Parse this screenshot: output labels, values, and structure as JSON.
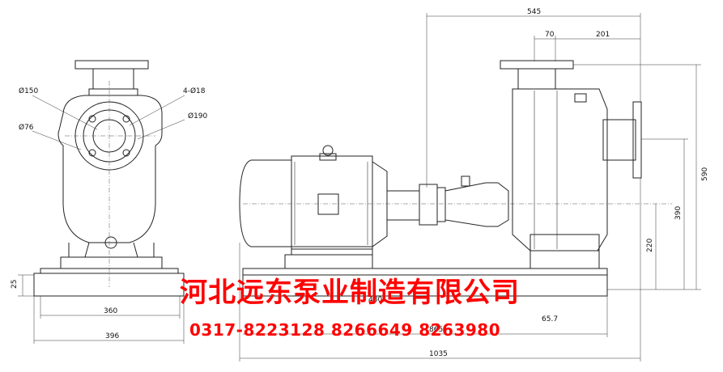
{
  "front_view": {
    "dimensions": {
      "d150": "Ø150",
      "bolts": "4-Ø18",
      "d190": "Ø190",
      "d76": "Ø76",
      "h25": "25",
      "w360": "360",
      "w396": "396"
    }
  },
  "side_view": {
    "dimensions": {
      "len545": "545",
      "len70": "70",
      "len201": "201",
      "h590": "590",
      "h390": "390",
      "h220": "220",
      "base480": "480",
      "base865": "865",
      "off65": "65.7",
      "total1035": "1035"
    }
  },
  "watermark": {
    "company": "河北远东泵业制造有限公司",
    "phones": "0317-8223128 8266649 8263980"
  },
  "colors": {
    "line": "#222222",
    "watermark": "#ff0000",
    "background": "#ffffff"
  }
}
